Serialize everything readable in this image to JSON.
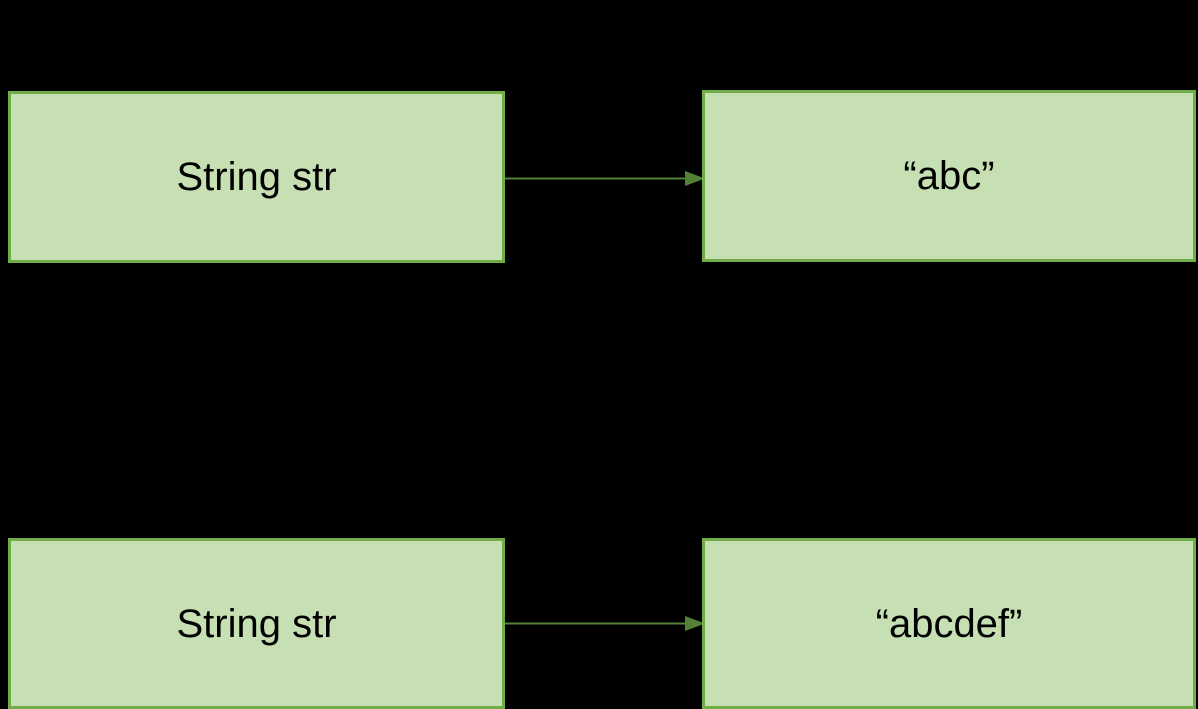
{
  "colors": {
    "background": "#000000",
    "box_fill": "#c6e0b4",
    "box_border": "#70ad47",
    "arrow": "#538135",
    "text": "#000000"
  },
  "rows": [
    {
      "variable_label": "String str",
      "value_label": "“abc”"
    },
    {
      "variable_label": "String str",
      "value_label": "“abcdef”"
    }
  ]
}
